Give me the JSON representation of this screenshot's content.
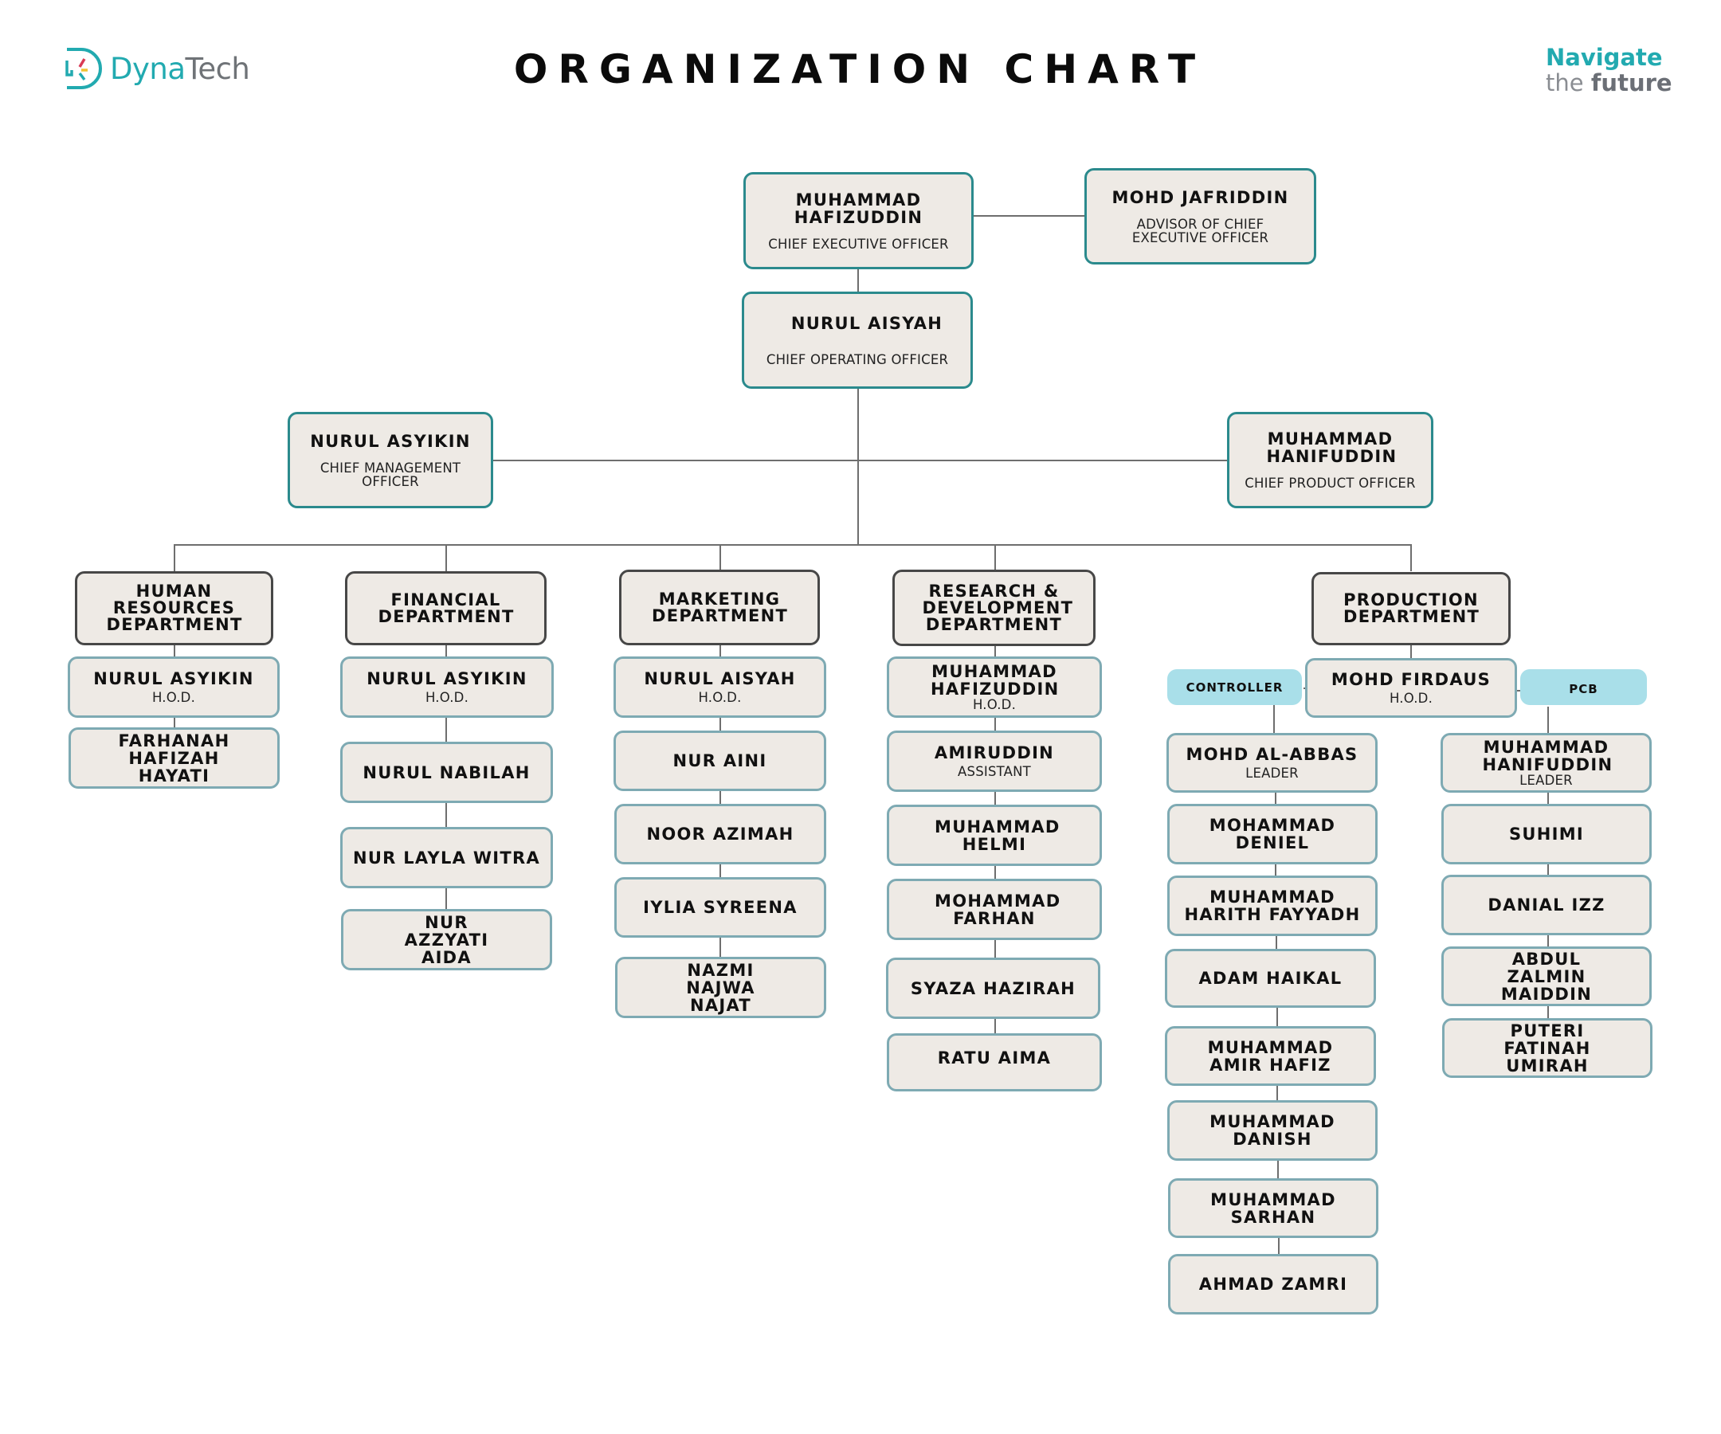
{
  "header": {
    "logo_part1": "Dyna",
    "logo_part2": "Tech",
    "title": "ORGANIZATION CHART",
    "tagline_line1": "Navigate",
    "tagline_line2_light": "the",
    "tagline_line2_bold": "future"
  },
  "colors": {
    "brand_teal": "#22aab0",
    "exec_border": "#2b8a8d",
    "dept_border": "#474747",
    "staff_border": "#7eaab3",
    "box_fill": "#eeeae5",
    "tag_fill": "#a9dfe9"
  },
  "executives": {
    "ceo": {
      "name": "MUHAMMAD HAFIZUDDIN",
      "role": "CHIEF EXECUTIVE OFFICER"
    },
    "advisor": {
      "name": "MOHD JAFRIDDIN",
      "role": "ADVISOR OF CHIEF EXECUTIVE OFFICER"
    },
    "coo": {
      "name": "NURUL AISYAH",
      "role": "CHIEF OPERATING OFFICER"
    },
    "cmo": {
      "name": "NURUL ASYIKIN",
      "role": "CHIEF MANAGEMENT OFFICER"
    },
    "cpo": {
      "name": "MUHAMMAD HANIFUDDIN",
      "role": "CHIEF PRODUCT OFFICER"
    }
  },
  "departments": [
    {
      "name": "HUMAN RESOURCES DEPARTMENT",
      "members": [
        {
          "name": "NURUL ASYIKIN",
          "role": "H.O.D."
        },
        {
          "name": "FARHANAH HAFIZAH HAYATI",
          "role": ""
        }
      ]
    },
    {
      "name": "FINANCIAL DEPARTMENT",
      "members": [
        {
          "name": "NURUL ASYIKIN",
          "role": "H.O.D."
        },
        {
          "name": "NURUL NABILAH",
          "role": ""
        },
        {
          "name": "NUR LAYLA WITRA",
          "role": ""
        },
        {
          "name": "NUR AZZYATI AIDA",
          "role": ""
        }
      ]
    },
    {
      "name": "MARKETING DEPARTMENT",
      "members": [
        {
          "name": "NURUL AISYAH",
          "role": "H.O.D."
        },
        {
          "name": "NUR AINI",
          "role": ""
        },
        {
          "name": "NOOR AZIMAH",
          "role": ""
        },
        {
          "name": "IYLIA SYREENA",
          "role": ""
        },
        {
          "name": "NAZMI NAJWA NAJAT",
          "role": ""
        }
      ]
    },
    {
      "name": "RESEARCH & DEVELOPMENT DEPARTMENT",
      "members": [
        {
          "name": "MUHAMMAD HAFIZUDDIN",
          "role": "H.O.D."
        },
        {
          "name": "AMIRUDDIN",
          "role": "ASSISTANT"
        },
        {
          "name": "MUHAMMAD HELMI",
          "role": ""
        },
        {
          "name": "MOHAMMAD FARHAN",
          "role": ""
        },
        {
          "name": "SYAZA HAZIRAH",
          "role": ""
        },
        {
          "name": "RATU AIMA",
          "role": ""
        }
      ]
    },
    {
      "name": "PRODUCTION DEPARTMENT",
      "hod": {
        "name": "MOHD FIRDAUS",
        "role": "H.O.D."
      },
      "teams": [
        {
          "label": "CONTROLLER",
          "members": [
            {
              "name": "MOHD AL-ABBAS",
              "role": "LEADER"
            },
            {
              "name": "MOHAMMAD DENIEL",
              "role": ""
            },
            {
              "name": "MUHAMMAD HARITH FAYYADH",
              "role": ""
            },
            {
              "name": "ADAM HAIKAL",
              "role": ""
            },
            {
              "name": "MUHAMMAD AMIR HAFIZ",
              "role": ""
            },
            {
              "name": "MUHAMMAD DANISH",
              "role": ""
            },
            {
              "name": "MUHAMMAD SARHAN",
              "role": ""
            },
            {
              "name": "AHMAD ZAMRI",
              "role": ""
            }
          ]
        },
        {
          "label": "PCB",
          "members": [
            {
              "name": "MUHAMMAD HANIFUDDIN",
              "role": "LEADER"
            },
            {
              "name": "SUHIMI",
              "role": ""
            },
            {
              "name": "DANIAL IZZ",
              "role": ""
            },
            {
              "name": "ABDUL ZALMIN MAIDDIN",
              "role": ""
            },
            {
              "name": "PUTERI FATINAH UMIRAH",
              "role": ""
            }
          ]
        }
      ]
    }
  ]
}
